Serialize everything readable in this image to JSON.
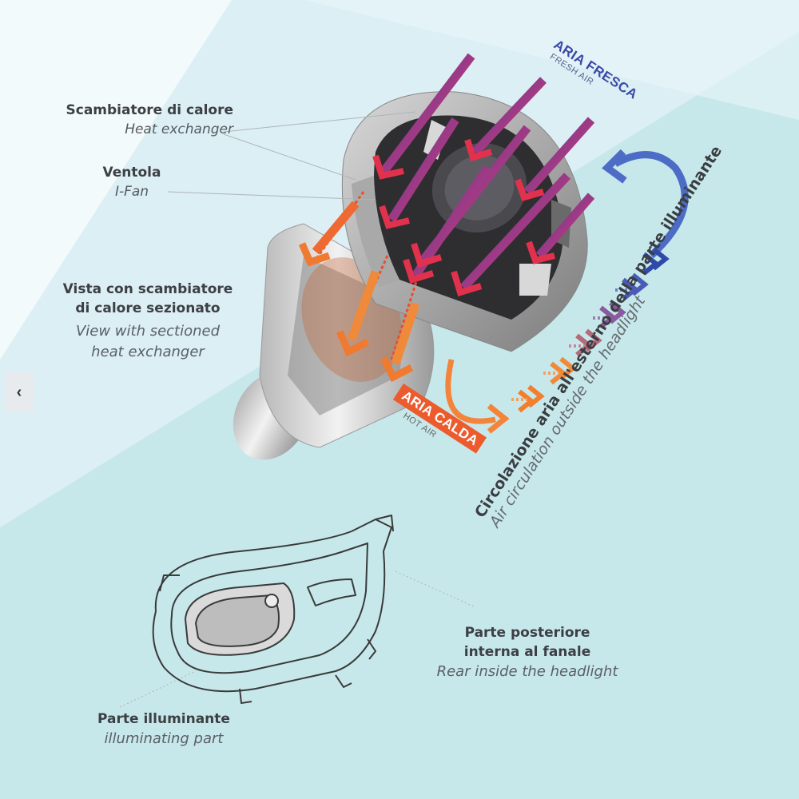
{
  "labels": {
    "heat_exchanger": {
      "it": "Scambiatore di calore",
      "en": "Heat exchanger"
    },
    "fan": {
      "it": "Ventola",
      "en": "I-Fan"
    },
    "section_view": {
      "it_line1": "Vista con scambiatore",
      "it_line2": "di calore sezionato",
      "en_line1": "View with sectioned",
      "en_line2": "heat exchanger"
    },
    "fresh_air": {
      "it": "ARIA FRESCA",
      "en": "FRESH AIR"
    },
    "hot_air": {
      "it": "ARIA CALDA",
      "en": "HOT AIR"
    },
    "circulation": {
      "it": "Circolazione aria all'esterno della parte illuminante",
      "en": "Air circulation outside the headlight"
    },
    "rear_inside": {
      "it_line1": "Parte posteriore",
      "it_line2": "interna al fanale",
      "en": "Rear inside the headlight"
    },
    "illuminating": {
      "it": "Parte illuminante",
      "en": "illuminating part"
    }
  },
  "colors": {
    "fresh": "#3a49a8",
    "hot": "#ec5b2d",
    "arrow_mid": "#c83a5a"
  },
  "nav": {
    "prev_icon": "chevron-left-icon",
    "prev_glyph": "‹"
  }
}
